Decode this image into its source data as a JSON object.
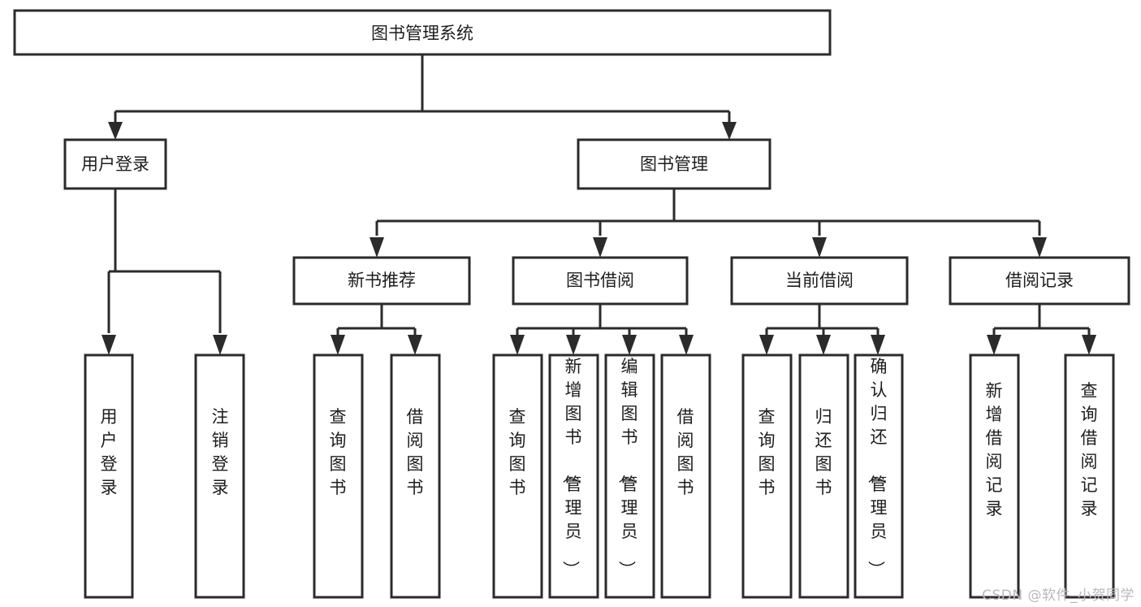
{
  "diagram": {
    "type": "tree-hierarchy-chart",
    "title": "图书管理系统",
    "background_color": "#ffffff",
    "line_color": "#2b2b2b",
    "text_color": "#1d1d1d",
    "levels": [
      {
        "level": 1,
        "orientation": "horizontal",
        "nodes": [
          {
            "id": "root",
            "label": "图书管理系统"
          }
        ]
      },
      {
        "level": 2,
        "orientation": "horizontal",
        "nodes": [
          {
            "id": "login",
            "label": "用户登录",
            "parent": "root"
          },
          {
            "id": "bookmgmt",
            "label": "图书管理",
            "parent": "root"
          }
        ]
      },
      {
        "level": 3,
        "orientation": "horizontal",
        "nodes": [
          {
            "id": "newbook",
            "label": "新书推荐",
            "parent": "bookmgmt"
          },
          {
            "id": "borrow",
            "label": "图书借阅",
            "parent": "bookmgmt"
          },
          {
            "id": "current",
            "label": "当前借阅",
            "parent": "bookmgmt"
          },
          {
            "id": "records",
            "label": "借阅记录",
            "parent": "bookmgmt"
          }
        ]
      },
      {
        "level": 4,
        "orientation": "vertical",
        "nodes": [
          {
            "id": "leaf1",
            "label": "用户登录",
            "parent": "login"
          },
          {
            "id": "leaf2",
            "label": "注销登录",
            "parent": "login"
          },
          {
            "id": "leaf3",
            "label": "查询图书",
            "parent": "newbook"
          },
          {
            "id": "leaf4",
            "label": "借阅图书",
            "parent": "newbook"
          },
          {
            "id": "leaf5",
            "label": "查询图书",
            "parent": "borrow"
          },
          {
            "id": "leaf6",
            "label": "新增图书（管理员）",
            "parent": "borrow"
          },
          {
            "id": "leaf7",
            "label": "编辑图书（管理员）",
            "parent": "borrow"
          },
          {
            "id": "leaf8",
            "label": "借阅图书",
            "parent": "borrow"
          },
          {
            "id": "leaf9",
            "label": "查询图书",
            "parent": "current"
          },
          {
            "id": "leaf10",
            "label": "归还图书",
            "parent": "current"
          },
          {
            "id": "leaf11",
            "label": "确认归还（管理员）",
            "parent": "current"
          },
          {
            "id": "leaf12",
            "label": "新增借阅记录",
            "parent": "records"
          },
          {
            "id": "leaf13",
            "label": "查询借阅记录",
            "parent": "records"
          }
        ]
      }
    ]
  },
  "watermark": {
    "text": "CSDN @软件_小贺同学"
  }
}
